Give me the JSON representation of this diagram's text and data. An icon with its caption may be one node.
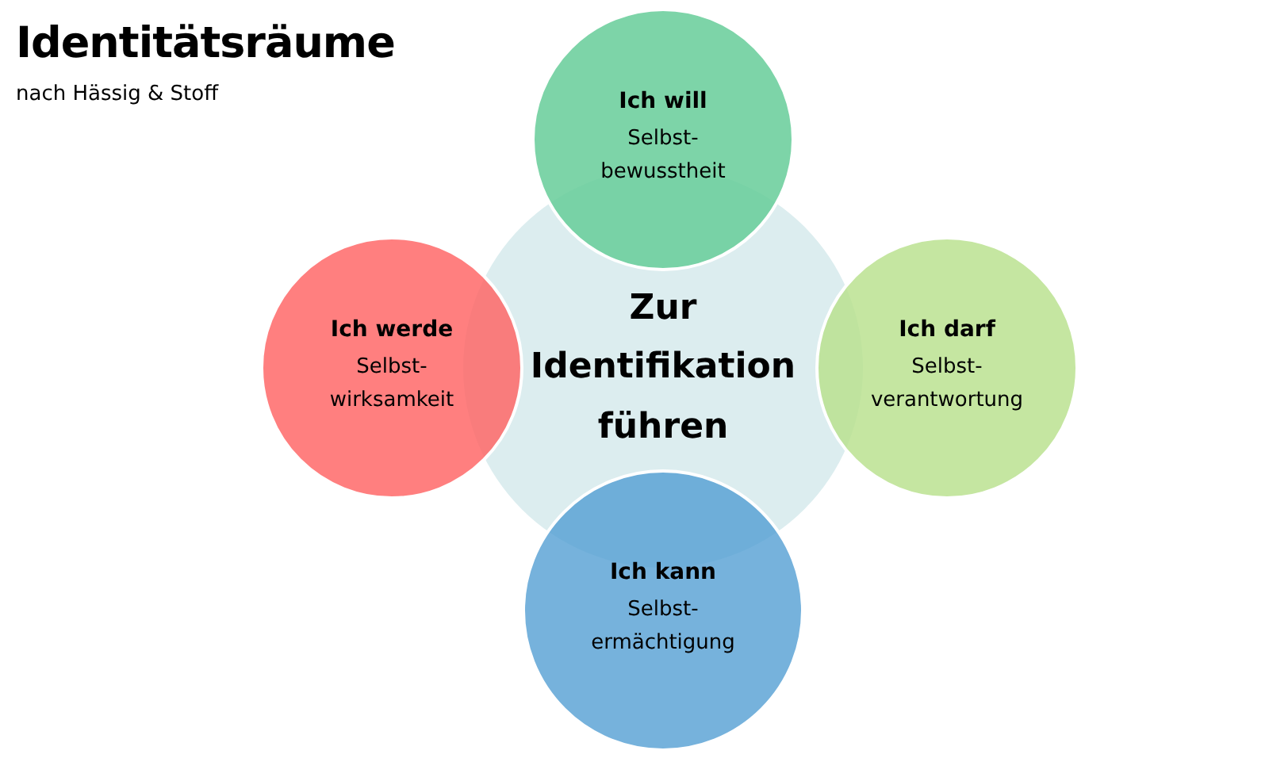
{
  "diagram": {
    "title": "Identitätsräume",
    "caption": "nach Hässig & Stoff",
    "nodes": [
      {
        "text": [
          "Ich will",
          "Selbst- bewusstheit"
        ]
      },
      {
        "text": [
          "Ich werde",
          "Selbst- wirksamkeit"
        ]
      },
      {
        "text": [
          "Zur Identifikation führen"
        ]
      },
      {
        "text": [
          "Ich darf",
          "Selbst- verantwortung"
        ]
      },
      {
        "text": [
          "Ich kann",
          "Selbst- ermächtigung"
        ]
      }
    ]
  }
}
